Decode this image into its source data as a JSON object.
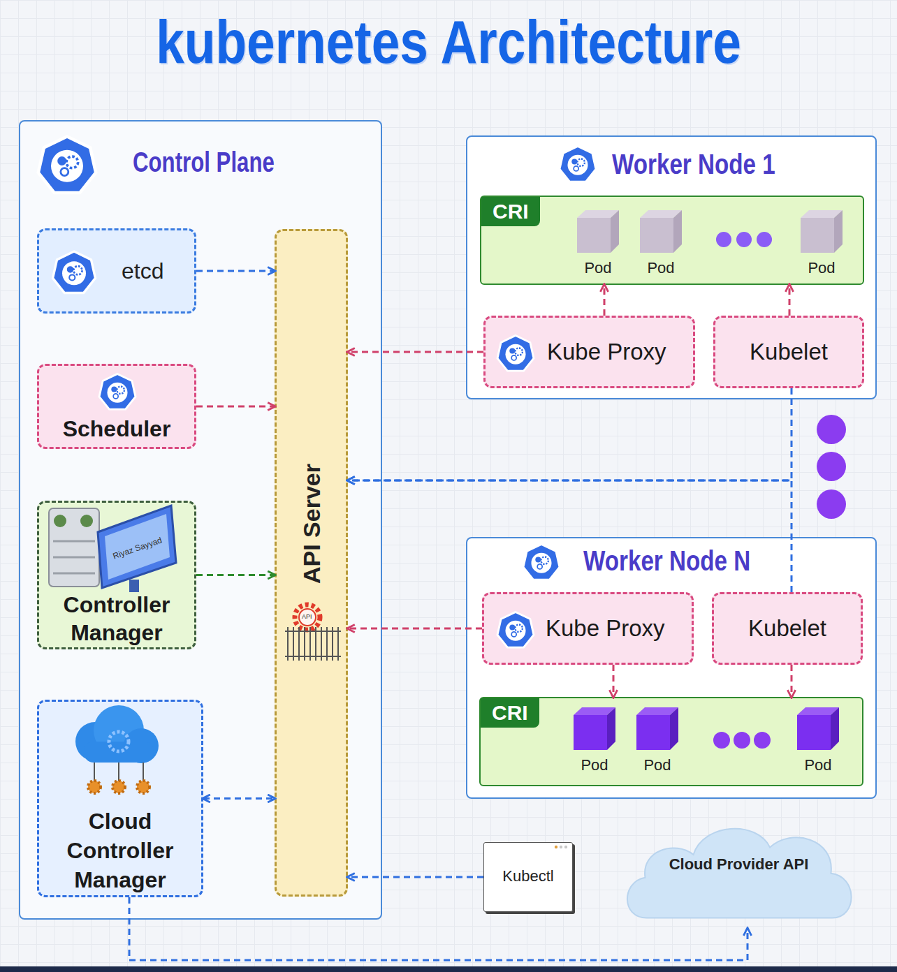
{
  "diagram": {
    "title": "kubernetes Architecture",
    "nodes": [
      {
        "text": [
          "Control Plane"
        ]
      },
      {
        "text": [
          "etcd"
        ],
        "in": 0
      },
      {
        "text": [
          "Scheduler"
        ],
        "in": 0
      },
      {
        "text": [
          "Controller Manager"
        ],
        "in": 0
      },
      {
        "text": [
          "Cloud Controller Manager"
        ],
        "in": 0
      },
      {
        "text": [
          "API Server"
        ],
        "in": 0
      },
      {
        "text": [
          "Worker Node 1"
        ]
      },
      {
        "text": [
          "CRI"
        ],
        "in": 6
      },
      {
        "text": [
          "Pod"
        ],
        "in": 7
      },
      {
        "text": [
          "Pod"
        ],
        "in": 7
      },
      {
        "text": [
          "Pod"
        ],
        "in": 7
      },
      {
        "text": [
          "Kube Proxy"
        ],
        "in": 6
      },
      {
        "text": [
          "Kubelet"
        ],
        "in": 6
      },
      {
        "text": [
          "Worker Node N"
        ]
      },
      {
        "text": [
          "Kube Proxy"
        ],
        "in": 13
      },
      {
        "text": [
          "Kubelet"
        ],
        "in": 13
      },
      {
        "text": [
          "CRI"
        ],
        "in": 13
      },
      {
        "text": [
          "Pod"
        ],
        "in": 16
      },
      {
        "text": [
          "Pod"
        ],
        "in": 16
      },
      {
        "text": [
          "Pod"
        ],
        "in": 16
      },
      {
        "text": [
          "Kubectl"
        ]
      },
      {
        "text": [
          "Cloud Provider API"
        ]
      }
    ],
    "edges": [
      {
        "from": 1,
        "to": 5,
        "arrow": "to"
      },
      {
        "from": 2,
        "to": 5,
        "arrow": "to"
      },
      {
        "from": 3,
        "to": 5,
        "arrow": "to"
      },
      {
        "from": 4,
        "to": 5,
        "arrow": "both"
      },
      {
        "from": 11,
        "to": 5,
        "arrow": "to"
      },
      {
        "from": 11,
        "to": 7,
        "arrow": "to"
      },
      {
        "from": 12,
        "to": 7,
        "arrow": "to"
      },
      {
        "from": 12,
        "to": 5,
        "arrow": "to"
      },
      {
        "from": 14,
        "to": 5,
        "arrow": "to"
      },
      {
        "from": 15,
        "to": 5,
        "arrow": "to"
      },
      {
        "from": 14,
        "to": 16,
        "arrow": "to"
      },
      {
        "from": 15,
        "to": 16,
        "arrow": "to"
      },
      {
        "from": 20,
        "to": 5,
        "arrow": "to"
      },
      {
        "from": 4,
        "to": 21,
        "arrow": "to"
      }
    ],
    "labels": [
      "Riyaz Sayyad",
      "API"
    ]
  }
}
